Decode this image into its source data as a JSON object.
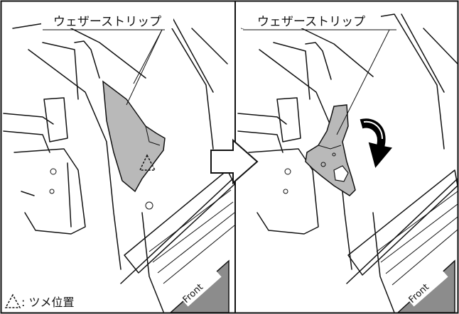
{
  "callouts": {
    "left_label": "ウェザーストリップ",
    "right_label": "ウェザーストリップ"
  },
  "legend": {
    "symbol": "△",
    "text": ": ツメ位置"
  },
  "direction": {
    "left_tag": "Front",
    "right_tag": "Front"
  },
  "colors": {
    "frame": "#111111",
    "highlighted_part": "#b9b9b9",
    "direction_tag": "#8c8c8c",
    "rotation_arrow": "#000000"
  },
  "icons": {
    "step_arrow": "right-arrow-icon",
    "rotation_arrow": "curved-arrow-icon",
    "clip_marker": "triangle-clip-icon"
  }
}
